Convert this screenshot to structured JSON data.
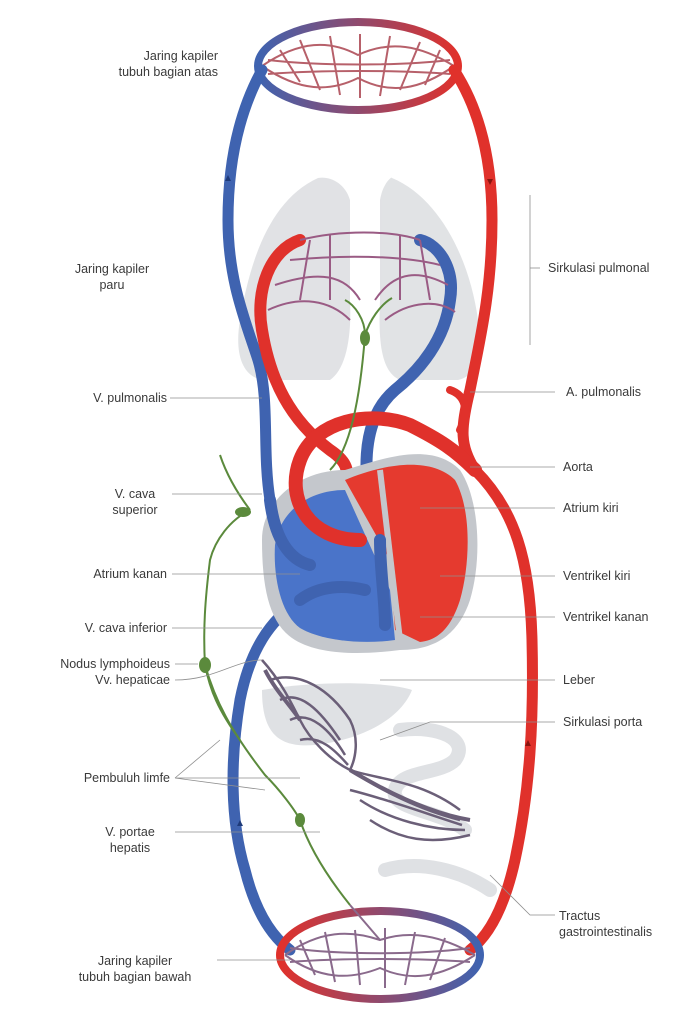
{
  "colors": {
    "artery": "#e0312b",
    "vein": "#3f63b0",
    "lymph": "#5b8a3c",
    "heart_outline": "#b5b9bf",
    "organ": "#d9dbde"
  },
  "labels": {
    "capillary_upper_1": "Jaring kapiler",
    "capillary_upper_2": "tubuh bagian atas",
    "capillary_lung_1": "Jaring kapiler",
    "capillary_lung_2": "paru",
    "pulmonary_circulation": "Sirkulasi pulmonal",
    "v_pulmonalis": "V. pulmonalis",
    "a_pulmonalis": "A. pulmonalis",
    "aorta": "Aorta",
    "v_cava_superior_1": "V. cava",
    "v_cava_superior_2": "superior",
    "atrium_kiri": "Atrium kiri",
    "atrium_kanan": "Atrium kanan",
    "ventrikel_kiri": "Ventrikel kiri",
    "v_cava_inferior": "V. cava inferior",
    "ventrikel_kanan": "Ventrikel kanan",
    "nodus": "Nodus lymphoideus",
    "leber": "Leber",
    "vv_hepaticae": "Vv. hepaticae",
    "sirkulasi_porta": "Sirkulasi porta",
    "pembuluh_limfe": "Pembuluh limfe",
    "v_portae_1": "V. portae",
    "v_portae_2": "hepatis",
    "tractus_1": "Tractus",
    "tractus_2": "gastrointestinalis",
    "capillary_lower_1": "Jaring kapiler",
    "capillary_lower_2": "tubuh bagian bawah"
  }
}
